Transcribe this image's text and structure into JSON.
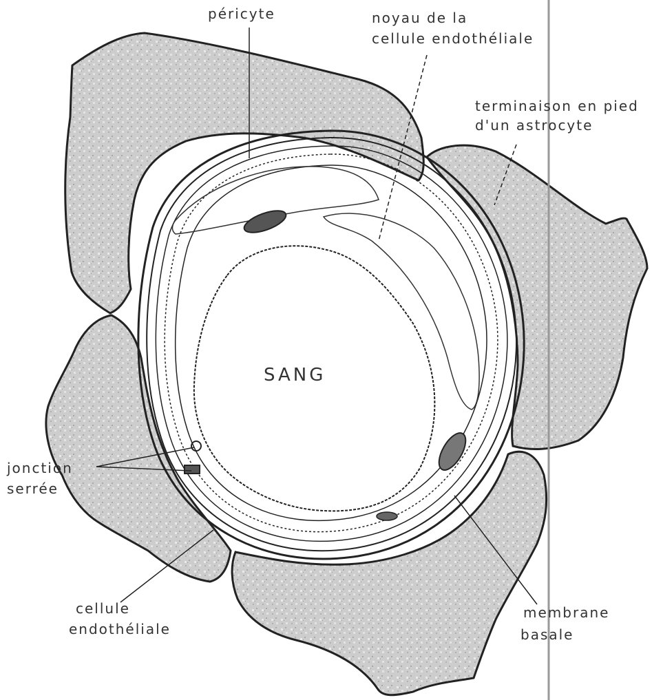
{
  "labels": {
    "pericyte": "péricyte",
    "nucleus_line1": "noyau de la",
    "nucleus_line2": "cellule endothéliale",
    "astrocyte_line1": "terminaison en pied",
    "astrocyte_line2": "d'un astrocyte",
    "junction_line1": "jonction",
    "junction_line2": "serrée",
    "endothelial_line1": "cellule",
    "endothelial_line2": "endothéliale",
    "membrane_line1": "membrane",
    "membrane_line2": "basale",
    "blood": "SANG"
  },
  "colors": {
    "astrocyte_fill": "#c9c9c9",
    "outline": "#222222",
    "background": "#ffffff"
  }
}
